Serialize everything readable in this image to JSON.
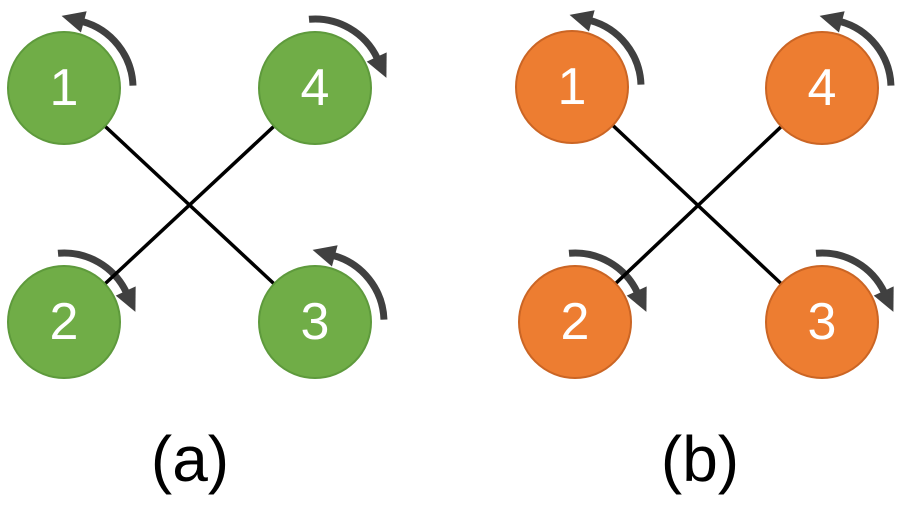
{
  "figure": {
    "type": "quadrotor-rotor-configuration-diagram",
    "background_color": "#FFFFFF",
    "arm_line_color": "#000000",
    "arrow_color": "#404040",
    "rotor_number_color": "#FFFFFF",
    "diagrams": [
      {
        "id": "a",
        "label": "(a)",
        "rotor_fill": "#70AD47",
        "rotor_border": "#5E9A3C",
        "rotors": [
          {
            "number": "1",
            "position": "top-left",
            "rotation": "counterclockwise"
          },
          {
            "number": "2",
            "position": "bottom-left",
            "rotation": "clockwise"
          },
          {
            "number": "3",
            "position": "bottom-right",
            "rotation": "counterclockwise"
          },
          {
            "number": "4",
            "position": "top-right",
            "rotation": "clockwise"
          }
        ]
      },
      {
        "id": "b",
        "label": "(b)",
        "rotor_fill": "#ED7D31",
        "rotor_border": "#CB6524",
        "rotors": [
          {
            "number": "1",
            "position": "top-left",
            "rotation": "counterclockwise"
          },
          {
            "number": "2",
            "position": "bottom-left",
            "rotation": "clockwise"
          },
          {
            "number": "3",
            "position": "bottom-right",
            "rotation": "clockwise"
          },
          {
            "number": "4",
            "position": "top-right",
            "rotation": "counterclockwise"
          }
        ]
      }
    ]
  }
}
